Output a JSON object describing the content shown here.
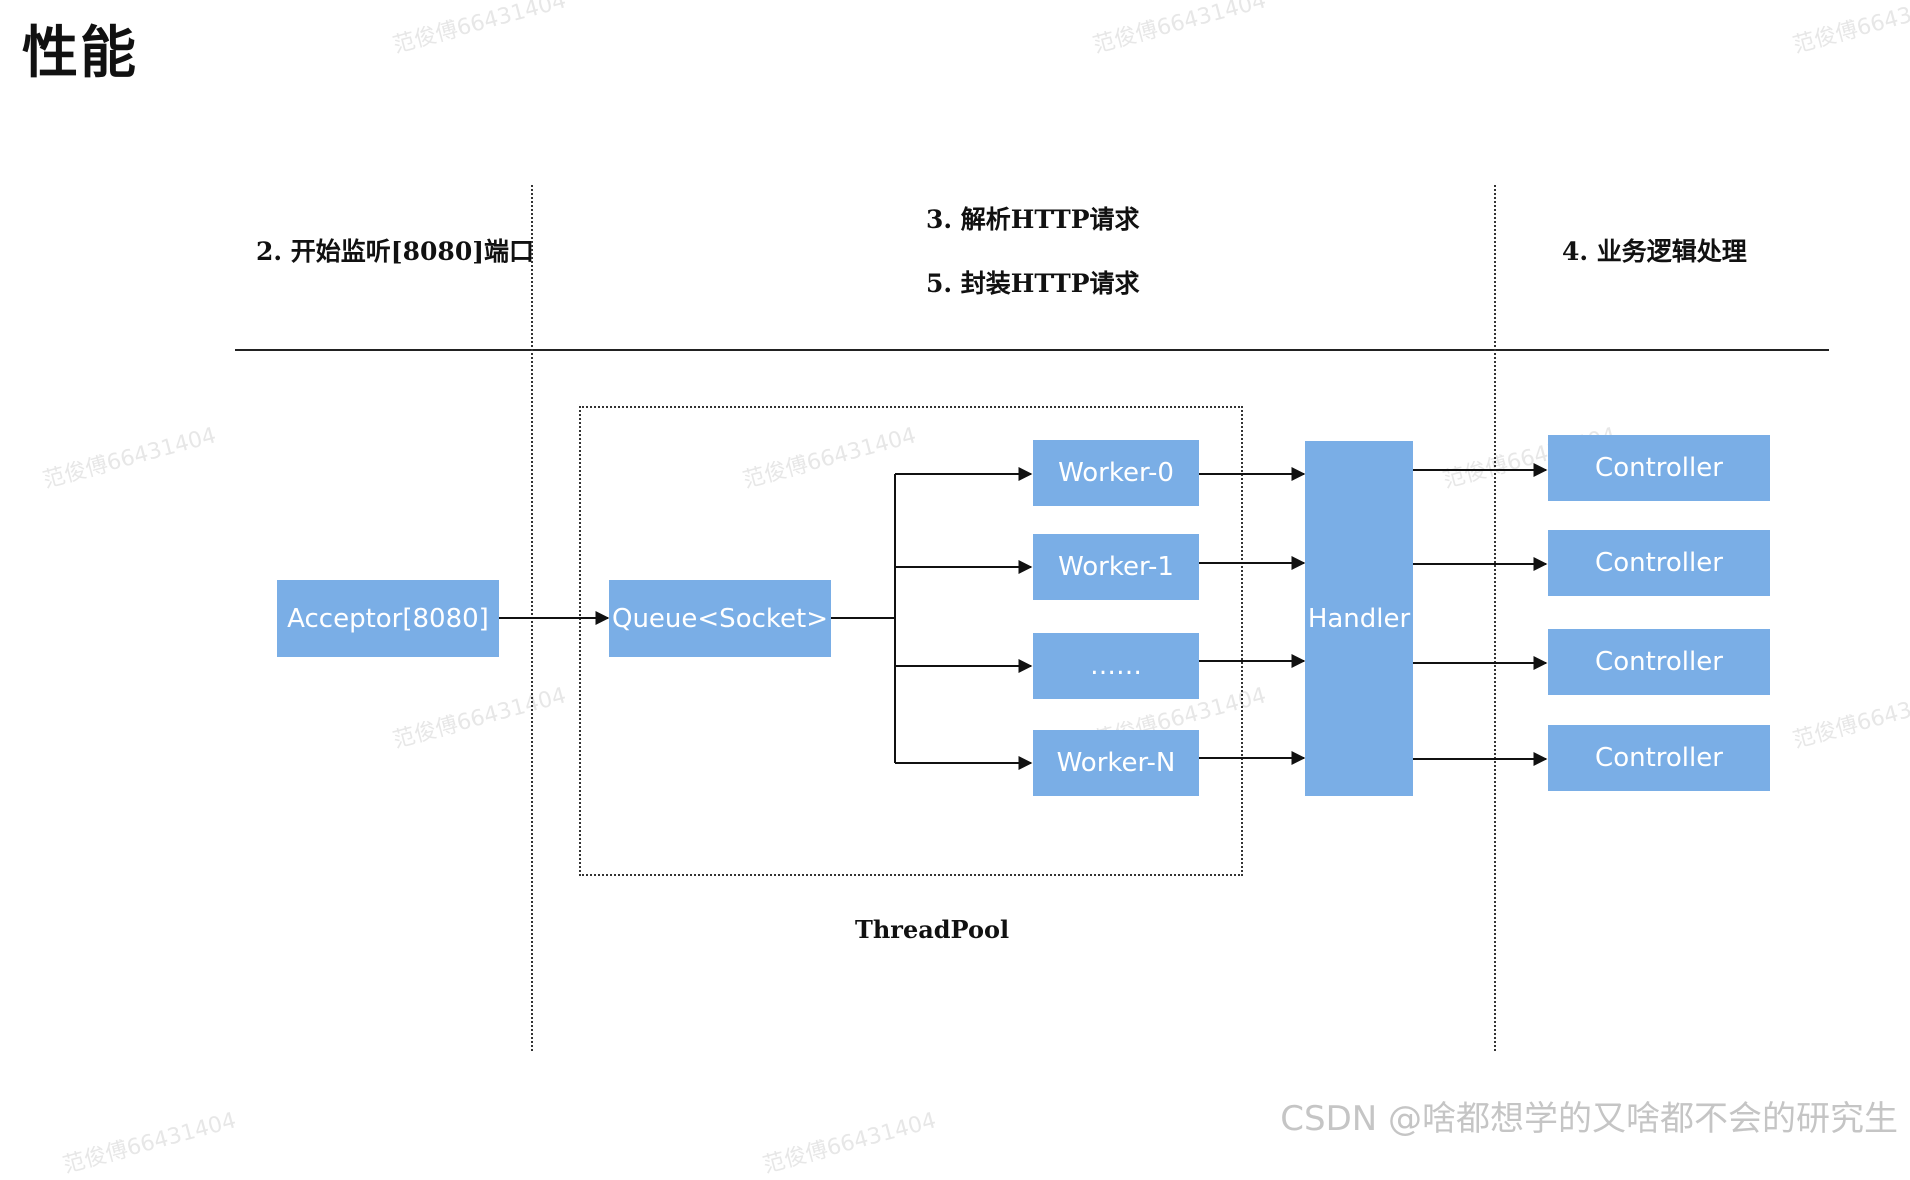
{
  "page": {
    "title": "性能"
  },
  "sections": {
    "listen": "2. 开始监听[8080]端口",
    "parse": "3. 解析HTTP请求",
    "wrap": "5. 封装HTTP请求",
    "business": "4. 业务逻辑处理"
  },
  "nodes": {
    "acceptor": "Acceptor[8080]",
    "queue": "Queue<Socket>",
    "workers": [
      "Worker-0",
      "Worker-1",
      "……",
      "Worker-N"
    ],
    "handler": "Handler",
    "controllers": [
      "Controller",
      "Controller",
      "Controller",
      "Controller"
    ]
  },
  "threadpool_label": "ThreadPool",
  "watermark": {
    "text": "范俊傅66431404",
    "footer": "CSDN @啥都想学的又啥都不会的研究生"
  },
  "colors": {
    "box": "#7aaee6",
    "box_text": "#ffffff",
    "line": "#222222"
  }
}
